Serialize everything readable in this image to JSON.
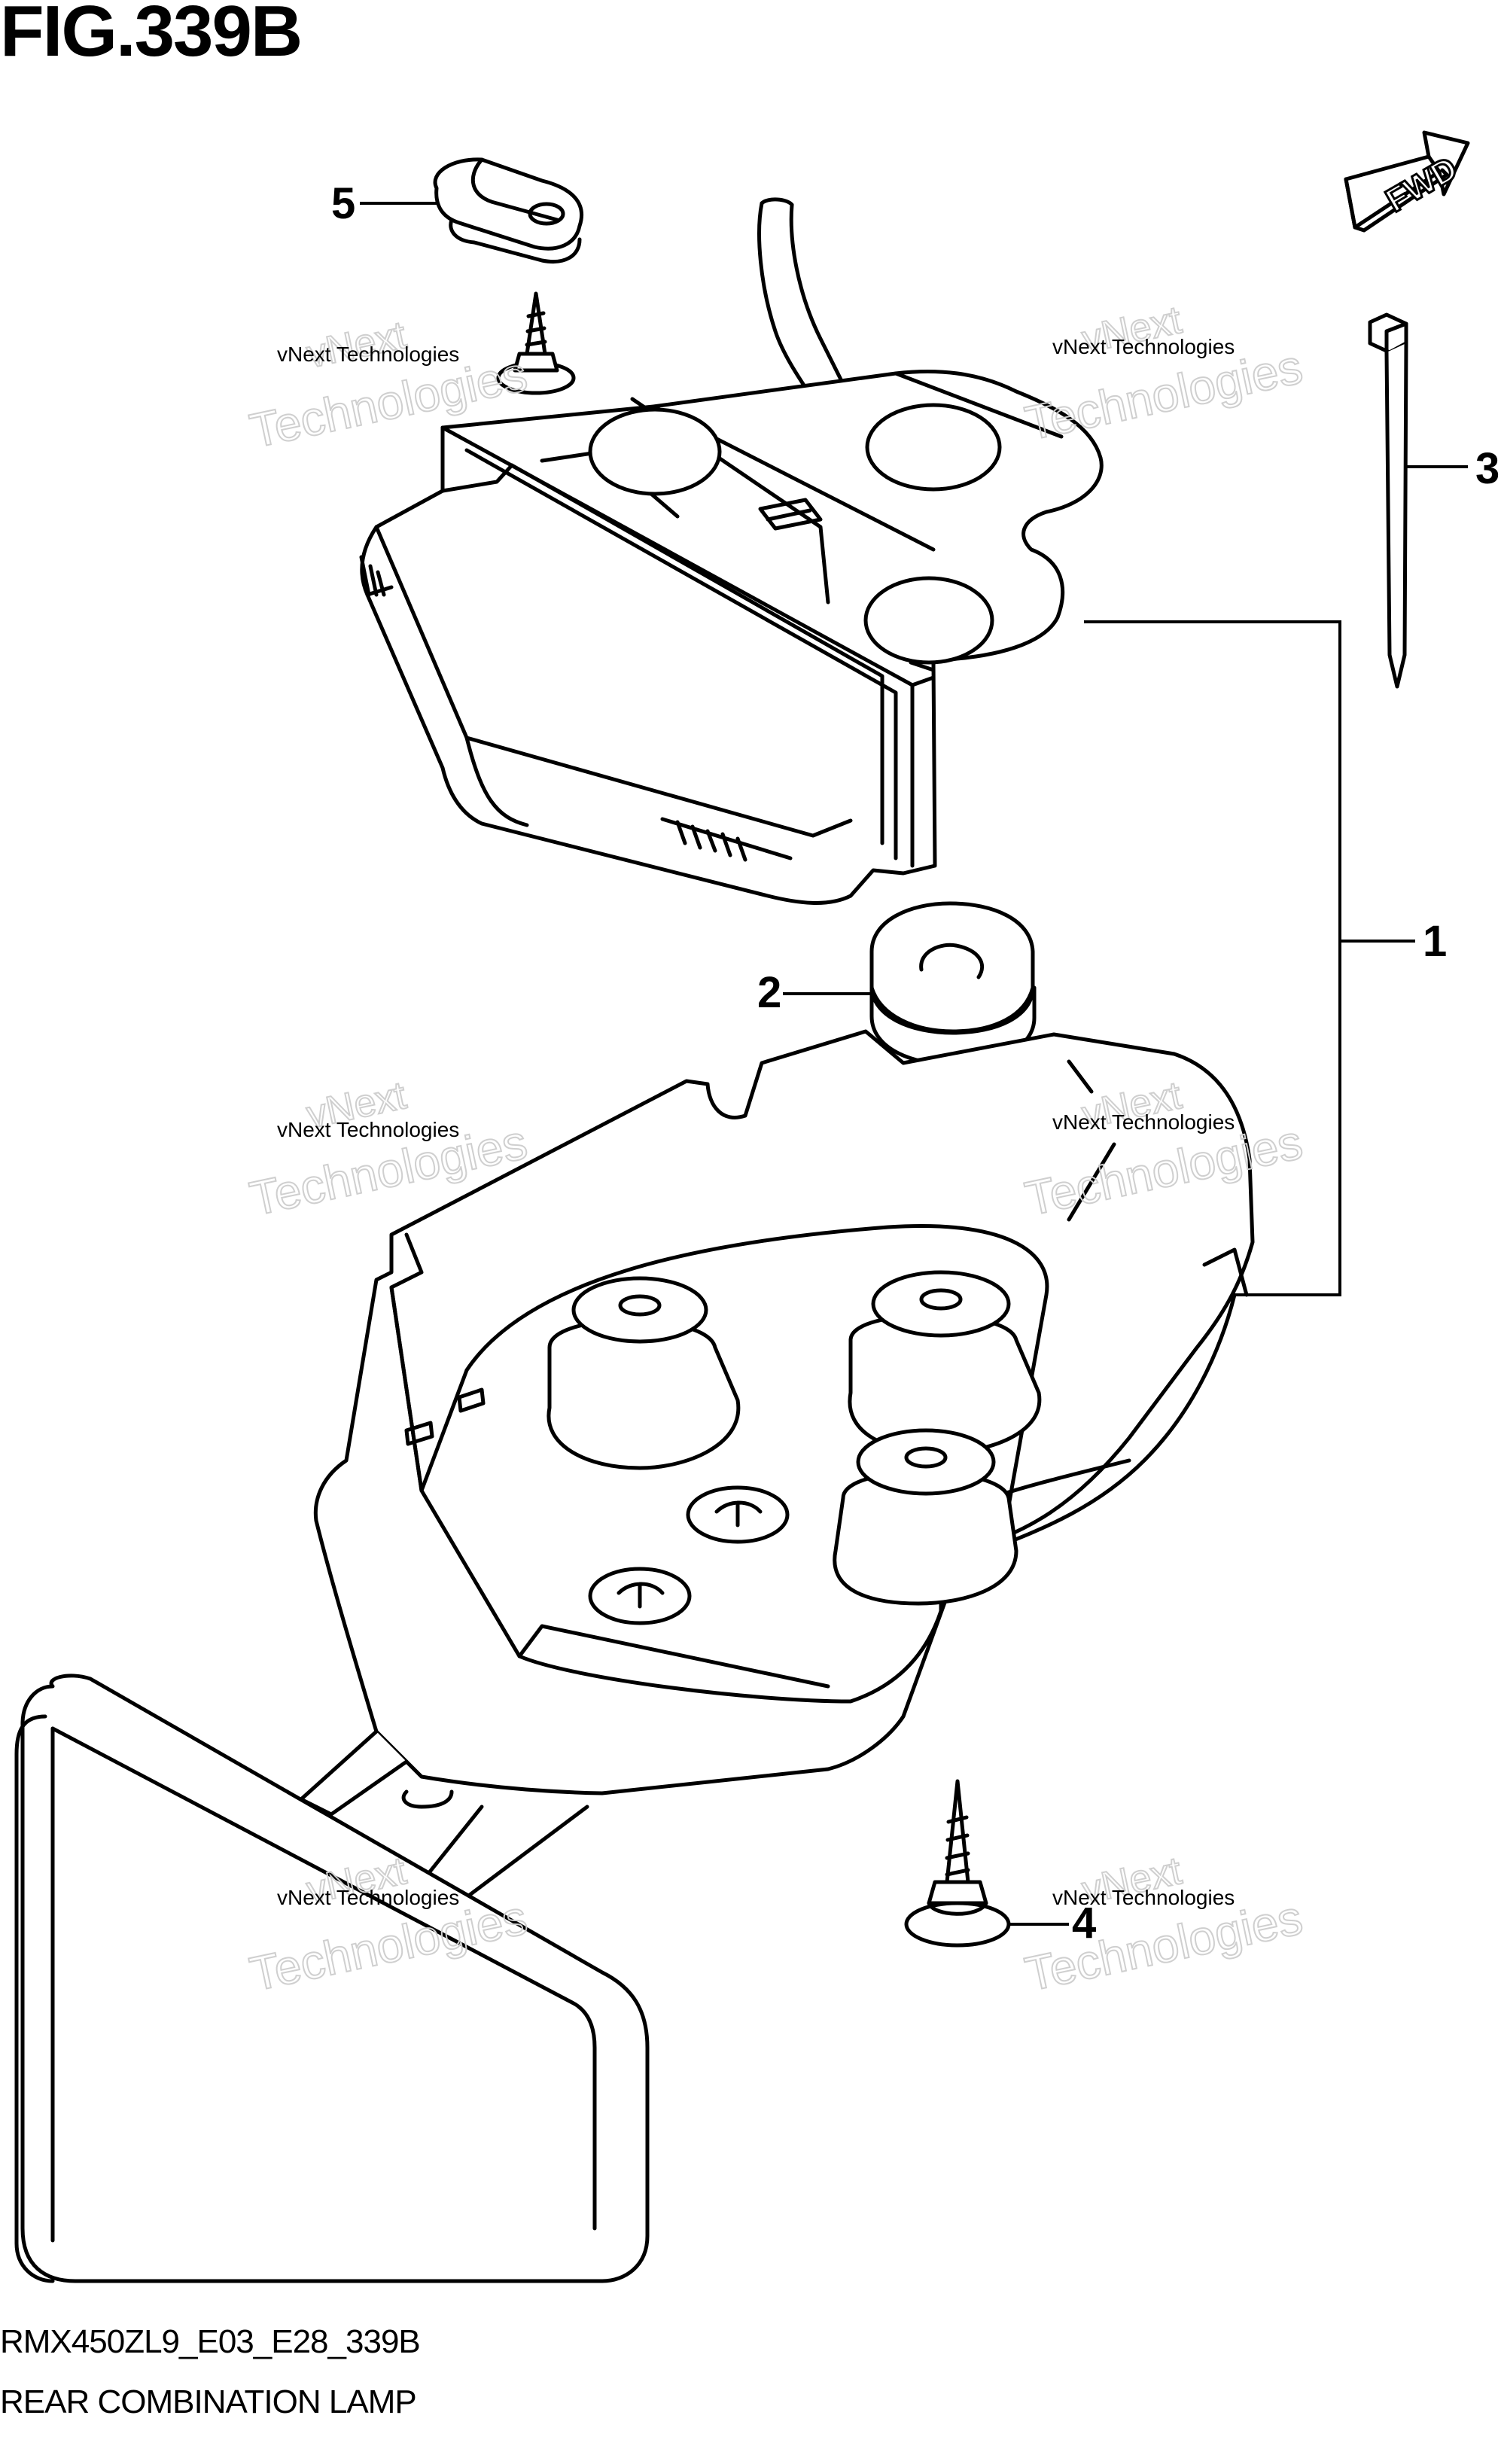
{
  "figure": {
    "title": "FIG.339B",
    "code": "RMX450ZL9_E03_E28_339B",
    "name": "REAR COMBINATION LAMP"
  },
  "direction_marker": {
    "label": "FWD"
  },
  "callouts": [
    {
      "number": "1"
    },
    {
      "number": "2"
    },
    {
      "number": "3"
    },
    {
      "number": "4"
    },
    {
      "number": "5"
    }
  ],
  "watermarks": [
    {
      "small": "vNext Technologies",
      "large_top": "vNext",
      "large_bottom": "Technologies"
    },
    {
      "small": "vNext Technologies",
      "large_top": "vNext",
      "large_bottom": "Technologies"
    },
    {
      "small": "vNext Technologies",
      "large_top": "vNext",
      "large_bottom": "Technologies"
    },
    {
      "small": "vNext Technologies",
      "large_top": "vNext",
      "large_bottom": "Technologies"
    },
    {
      "small": "vNext Technologies",
      "large_top": "vNext",
      "large_bottom": "Technologies"
    },
    {
      "small": "vNext Technologies",
      "large_top": "vNext",
      "large_bottom": "Technologies"
    }
  ]
}
